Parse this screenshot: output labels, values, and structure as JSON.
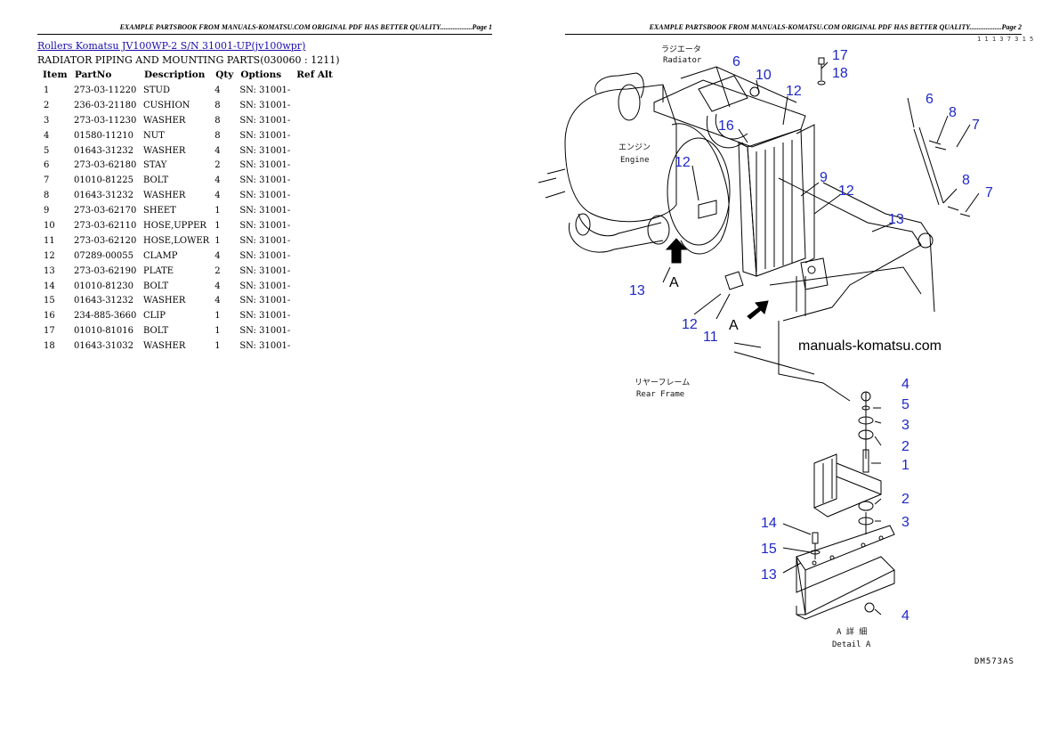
{
  "page1": {
    "header": "EXAMPLE PARTSBOOK FROM MANUALS-KOMATSU.COM ORIGINAL PDF HAS BETTER QUALITY..................Page 1",
    "title_link": "Rollers Komatsu JV100WP-2 S/N 31001-UP(jv100wpr)",
    "subtitle": "RADIATOR PIPING AND MOUNTING PARTS(030060 : 1211)",
    "table": {
      "headers": [
        "Item",
        "PartNo",
        "Description",
        "Qty",
        "Options",
        "Ref Alt"
      ],
      "rows": [
        {
          "item": "1",
          "partno": "273-03-11220",
          "desc": "STUD",
          "qty": "4",
          "opt": "SN: 31001-"
        },
        {
          "item": "2",
          "partno": "236-03-21180",
          "desc": "CUSHION",
          "qty": "8",
          "opt": "SN: 31001-"
        },
        {
          "item": "3",
          "partno": "273-03-11230",
          "desc": "WASHER",
          "qty": "8",
          "opt": "SN: 31001-"
        },
        {
          "item": "4",
          "partno": "01580-11210",
          "desc": "NUT",
          "qty": "8",
          "opt": "SN: 31001-"
        },
        {
          "item": "5",
          "partno": "01643-31232",
          "desc": "WASHER",
          "qty": "4",
          "opt": "SN: 31001-"
        },
        {
          "item": "6",
          "partno": "273-03-62180",
          "desc": "STAY",
          "qty": "2",
          "opt": "SN: 31001-"
        },
        {
          "item": "7",
          "partno": "01010-81225",
          "desc": "BOLT",
          "qty": "4",
          "opt": "SN: 31001-"
        },
        {
          "item": "8",
          "partno": "01643-31232",
          "desc": "WASHER",
          "qty": "4",
          "opt": "SN: 31001-"
        },
        {
          "item": "9",
          "partno": "273-03-62170",
          "desc": "SHEET",
          "qty": "1",
          "opt": "SN: 31001-"
        },
        {
          "item": "10",
          "partno": "273-03-62110",
          "desc": "HOSE,UPPER",
          "qty": "1",
          "opt": "SN: 31001-"
        },
        {
          "item": "11",
          "partno": "273-03-62120",
          "desc": "HOSE,LOWER",
          "qty": "1",
          "opt": "SN: 31001-"
        },
        {
          "item": "12",
          "partno": "07289-00055",
          "desc": "CLAMP",
          "qty": "4",
          "opt": "SN: 31001-"
        },
        {
          "item": "13",
          "partno": "273-03-62190",
          "desc": "PLATE",
          "qty": "2",
          "opt": "SN: 31001-"
        },
        {
          "item": "14",
          "partno": "01010-81230",
          "desc": "BOLT",
          "qty": "4",
          "opt": "SN: 31001-"
        },
        {
          "item": "15",
          "partno": "01643-31232",
          "desc": "WASHER",
          "qty": "4",
          "opt": "SN: 31001-"
        },
        {
          "item": "16",
          "partno": "234-885-3660",
          "desc": "CLIP",
          "qty": "1",
          "opt": "SN: 31001-"
        },
        {
          "item": "17",
          "partno": "01010-81016",
          "desc": "BOLT",
          "qty": "1",
          "opt": "SN: 31001-"
        },
        {
          "item": "18",
          "partno": "01643-31032",
          "desc": "WASHER",
          "qty": "1",
          "opt": "SN: 31001-"
        }
      ]
    }
  },
  "page2": {
    "header": "EXAMPLE PARTSBOOK FROM MANUALS-KOMATSU.COM ORIGINAL PDF HAS BETTER QUALITY..................Page 2",
    "watermark": "manuals-komatsu.com",
    "corner_code": "1 1 1 3 7 3 1 5",
    "drawing_code": "DM573AS",
    "labels": {
      "radiator_jp": "ラジエータ",
      "radiator_en": "Radiator",
      "engine_jp": "エンジン",
      "engine_en": "Engine",
      "rear_frame_jp": "リヤーフレーム",
      "rear_frame_en": "Rear Frame",
      "detail_jp": "A 詳 細",
      "detail_en": "Detail A",
      "view_a": "A"
    },
    "callouts": [
      "17",
      "18",
      "6",
      "10",
      "12",
      "16",
      "12",
      "9",
      "12",
      "13",
      "13",
      "12",
      "11",
      "6",
      "8",
      "7",
      "8",
      "7",
      "4",
      "5",
      "3",
      "2",
      "1",
      "2",
      "3",
      "14",
      "15",
      "13",
      "4"
    ]
  },
  "colors": {
    "callout": "#1f27c8",
    "link": "#1a0dab"
  }
}
